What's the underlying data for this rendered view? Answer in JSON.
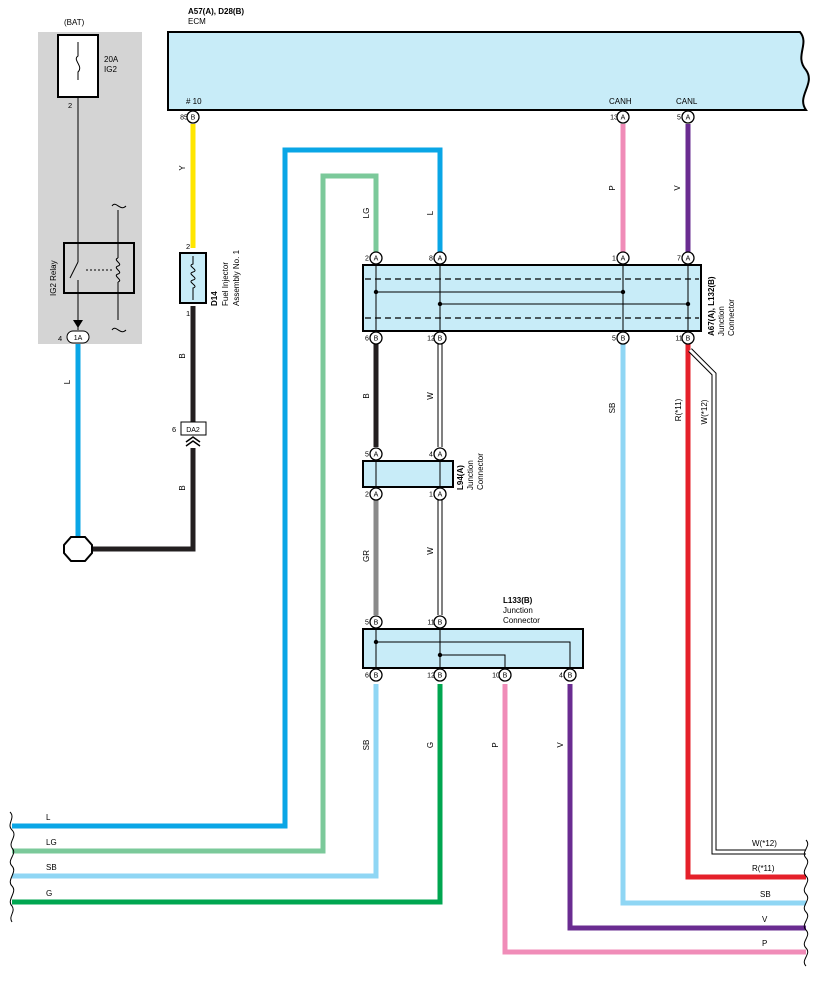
{
  "colors": {
    "L": "#0aa6e6",
    "LG": "#7bc99a",
    "SB": "#8fd6f4",
    "G": "#00a650",
    "Y": "#ffe600",
    "B": "#231f20",
    "P": "#f08cb8",
    "V": "#6a2c91",
    "R": "#e5202a",
    "GR": "#8a8a8a",
    "W": "#ffffff",
    "box_fill": "#c8ecf8",
    "relay_panel": "#d4d4d4"
  },
  "power": {
    "bat_label": "(BAT)",
    "fuse_amps": "20A",
    "fuse_name": "IG2",
    "fuse_pin": "2",
    "relay_label": "IG2 Relay",
    "relay_pin": "4",
    "relay_connector": "1A",
    "wire_out": "L"
  },
  "ecm": {
    "connectors": "A57(A), D28(B)",
    "name": "ECM",
    "pin_10_label": "# 10",
    "pin_10_num": "85",
    "pin_10_conn": "B",
    "canh_label": "CANH",
    "canh_num": "13",
    "canh_conn": "A",
    "canl_label": "CANL",
    "canl_num": "5",
    "canl_conn": "A"
  },
  "injector": {
    "code": "D14",
    "name_line1": "Fuel Injector",
    "name_line2": "Assembly No. 1",
    "pin_top": "2",
    "pin_bottom": "1",
    "wire_in": "Y",
    "wire_out": "B"
  },
  "da2": {
    "label": "DA2",
    "pin": "6",
    "wire_out": "B"
  },
  "jc_a67": {
    "code": "A67(A), L132(B)",
    "name_line1": "Junction",
    "name_line2": "Connector",
    "top_pins": [
      {
        "num": "2",
        "conn": "A",
        "wire": "LG"
      },
      {
        "num": "8",
        "conn": "A",
        "wire": "L"
      },
      {
        "num": "1",
        "conn": "A",
        "wire": "P"
      },
      {
        "num": "7",
        "conn": "A",
        "wire": "V"
      }
    ],
    "bottom_pins": [
      {
        "num": "6",
        "conn": "B",
        "wire": "B"
      },
      {
        "num": "12",
        "conn": "B",
        "wire": "W"
      },
      {
        "num": "5",
        "conn": "B",
        "wire": "SB"
      },
      {
        "num": "11",
        "conn": "B",
        "wire": "R(*11)"
      }
    ],
    "extra_wire": "W(*12)"
  },
  "jc_l94": {
    "code": "L94(A)",
    "name_line1": "Junction",
    "name_line2": "Connector",
    "top_pins": [
      {
        "num": "5",
        "conn": "A"
      },
      {
        "num": "4",
        "conn": "A"
      }
    ],
    "bottom_pins": [
      {
        "num": "2",
        "conn": "A",
        "wire": "GR"
      },
      {
        "num": "1",
        "conn": "A",
        "wire": "W"
      }
    ]
  },
  "jc_l133": {
    "code": "L133(B)",
    "name_line1": "Junction",
    "name_line2": "Connector",
    "top_pins": [
      {
        "num": "5",
        "conn": "B"
      },
      {
        "num": "11",
        "conn": "B"
      }
    ],
    "bottom_pins": [
      {
        "num": "6",
        "conn": "B",
        "wire": "SB"
      },
      {
        "num": "12",
        "conn": "B",
        "wire": "G"
      },
      {
        "num": "10",
        "conn": "B",
        "wire": "P"
      },
      {
        "num": "4",
        "conn": "B",
        "wire": "V"
      }
    ]
  },
  "left_exits": [
    "L",
    "LG",
    "SB",
    "G"
  ],
  "right_exits": [
    "W(*12)",
    "R(*11)",
    "SB",
    "V",
    "P"
  ]
}
